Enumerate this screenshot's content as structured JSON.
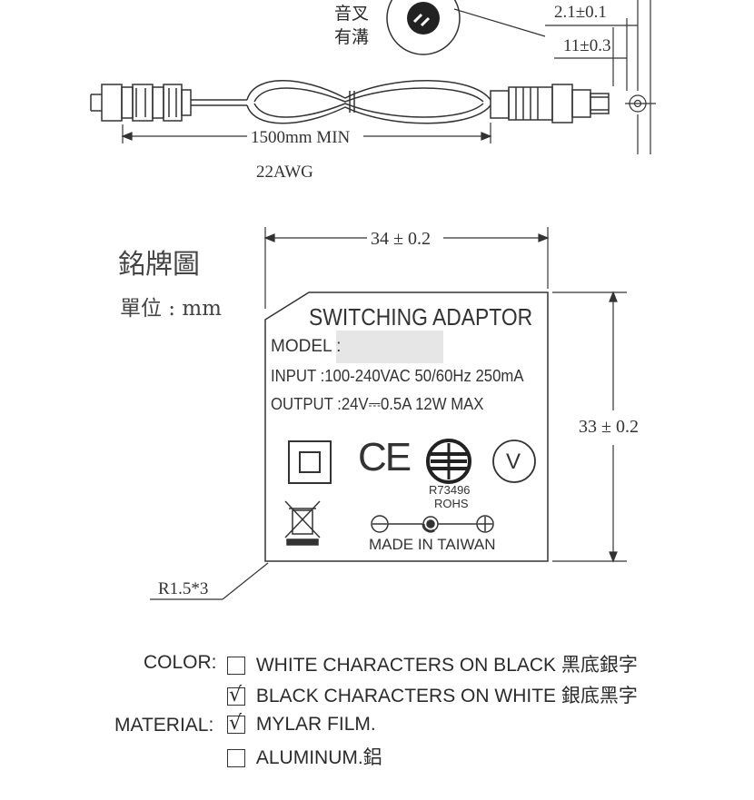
{
  "cable": {
    "notch_note_line1": "音叉",
    "notch_note_line2": "有溝",
    "dim_pin": "2.1±0.1",
    "dim_barrel_length": "11±0.3",
    "dim_length": "1500mm MIN",
    "wire_gauge": "22AWG"
  },
  "nameplate": {
    "section_title": "銘牌圖",
    "unit_label": "單位 : mm",
    "width_dim": "34 ± 0.2",
    "height_dim": "33 ± 0.2",
    "corner_radius": "R1.5*3",
    "title": "SWITCHING ADAPTOR",
    "model_label": "MODEL :",
    "model_value": "",
    "input_line": "INPUT :100-240VAC 50/60Hz 250mA",
    "output_line": "OUTPUT :24V⎓0.5A 12W  MAX",
    "ce_mark": "CE",
    "v_mark": "V",
    "cert_code": "R73496",
    "rohs": "ROHS",
    "made_in": "MADE  IN  TAIWAN"
  },
  "options": {
    "color_label": "COLOR:",
    "material_label": "MATERIAL:",
    "items": [
      {
        "text": "WHITE CHARACTERS ON BLACK 黑底銀字",
        "checked": false
      },
      {
        "text": "BLACK CHARACTERS ON WHITE 銀底黑字",
        "checked": true
      },
      {
        "text": "MYLAR FILM.",
        "checked": true
      },
      {
        "text": "ALUMINUM.鋁",
        "checked": false
      }
    ],
    "check_mark": "√"
  }
}
